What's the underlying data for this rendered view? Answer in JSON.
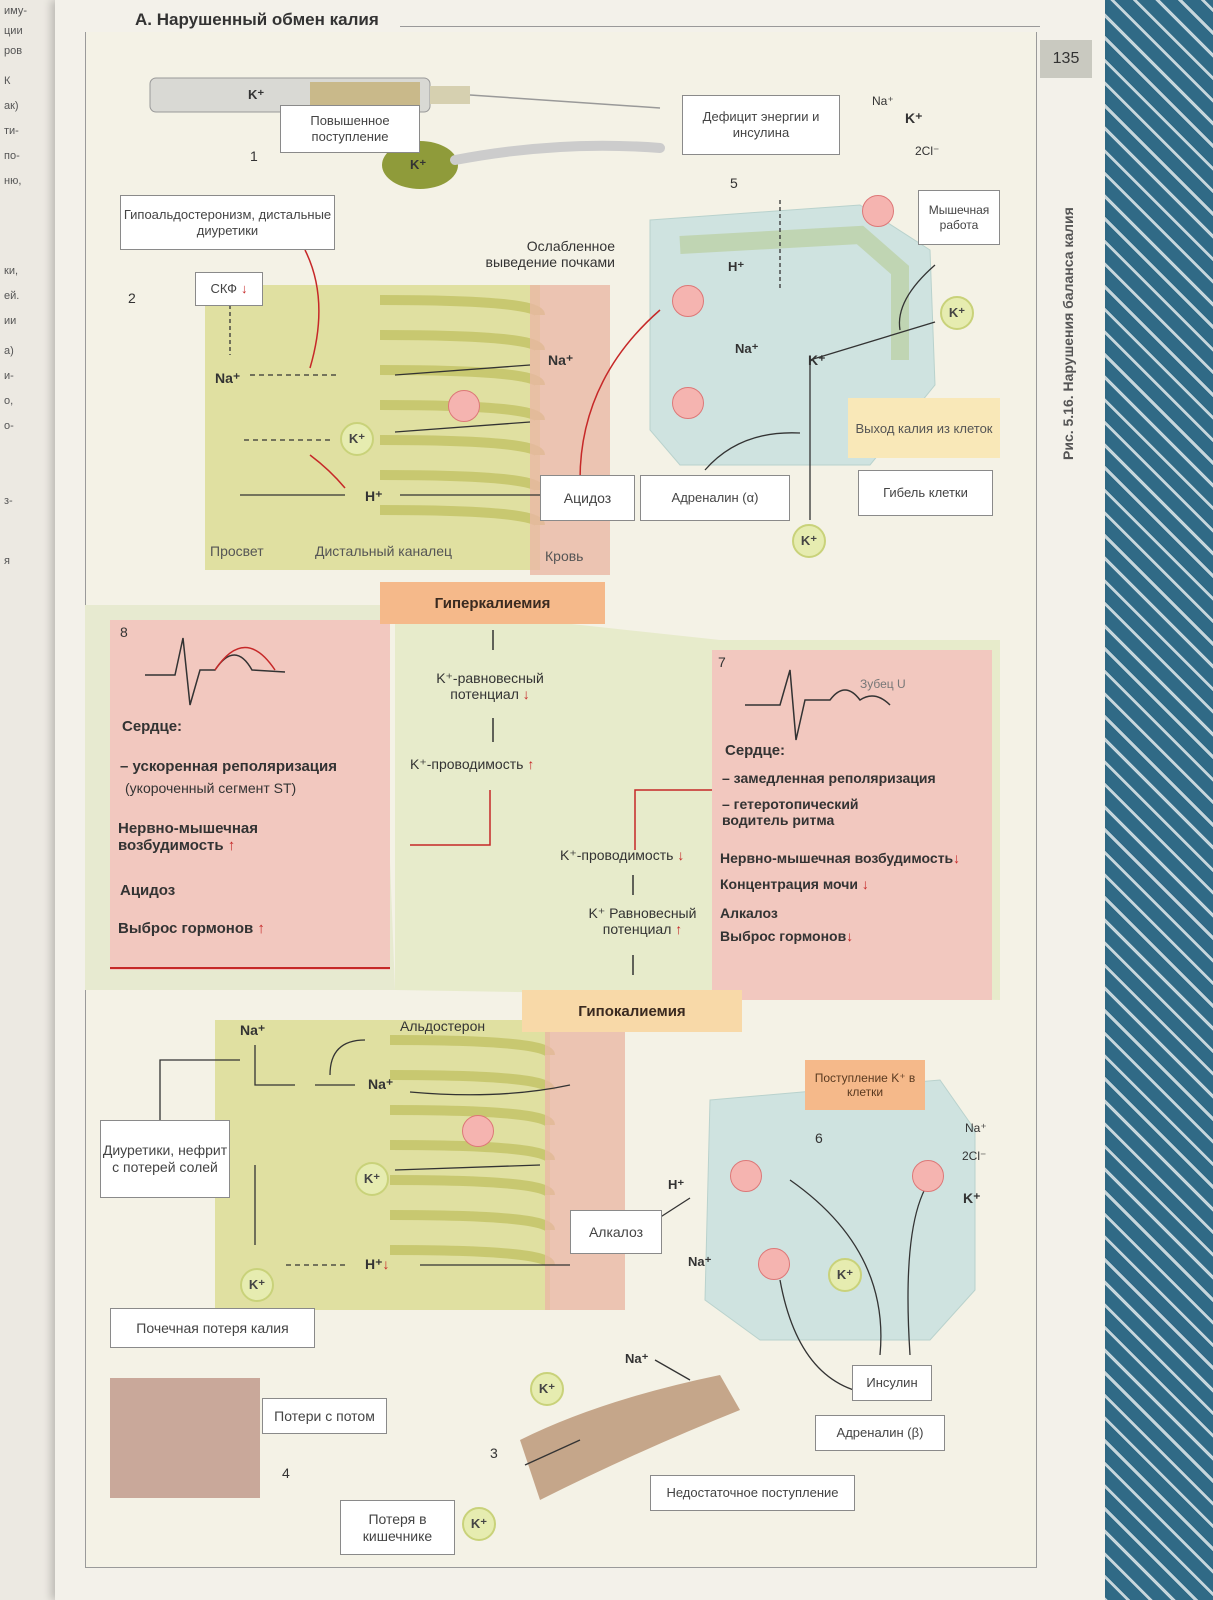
{
  "page": {
    "title": "А. Нарушенный обмен калия",
    "page_number": "135",
    "side_caption": "Рис. 5.16. Нарушения баланса калия"
  },
  "prev_page_fragments": [
    "иму-",
    "ции",
    "ров",
    "К",
    "ак)",
    "ти-",
    "по-",
    "ню,",
    "ки,",
    "ей.",
    "ии",
    "а)",
    "и-",
    "о,",
    "о-",
    "з-",
    "я"
  ],
  "top": {
    "n1": "1",
    "k_syringe": "K⁺",
    "k_spoon": "K⁺",
    "increased_intake": "Повышенное поступление",
    "n2": "2",
    "hypoaldo": "Гипоальдостеронизм, дистальные диуретики",
    "skf": "СКФ",
    "na1": "Na⁺",
    "na2": "Na⁺",
    "k_ion": "K⁺",
    "h_ion": "H⁺",
    "lumen": "Просвет",
    "distal": "Дистальный каналец",
    "blood": "Кровь",
    "acidosis": "Ацидоз",
    "reduced_excretion": "Ослабленное выведение почками",
    "n5": "5",
    "deficit": "Дефицит энергии и инсулина",
    "na_top": "Na⁺",
    "k_top": "K⁺",
    "cl_top": "2Cl⁻",
    "muscle_work": "Мышечная работа",
    "h_cell": "H⁺",
    "na_cell": "Na⁺",
    "k_cell": "K⁺",
    "k_out": "K⁺",
    "k_out2": "K⁺",
    "exit": "Выход калия из клеток",
    "adrenaline_a": "Адреналин (α)",
    "cell_death": "Гибель клетки"
  },
  "middle": {
    "hyperkalemia": "Гиперкалиемия",
    "k_eq_pot_hi": "K⁺-равновесный потенциал",
    "k_cond_hi": "K⁺-проводимость",
    "n8": "8",
    "heart_hi": "Сердце:",
    "fast_repol": "– ускоренная реполяризация",
    "short_st": "(укороченный сегмент ST)",
    "neuro_hi": "Нервно-мышечная возбудимость",
    "acidosis": "Ацидоз",
    "hormones_hi": "Выброс гормонов",
    "n7": "7",
    "u_wave": "Зубец U",
    "heart_lo": "Сердце:",
    "slow_repol": "– замедленная реполяризация",
    "hetero": "– гетеротопический водитель ритма",
    "neuro_lo": "Нервно-мышечная возбудимость",
    "urine": "Концентрация мочи",
    "alkalosis": "Алкалоз",
    "hormones_lo": "Выброс гормонов",
    "k_cond_lo": "K⁺-проводимость",
    "k_eq_pot_lo": "K⁺ Равновесный потенциал",
    "hypokalemia": "Гипокалиемия"
  },
  "bottom": {
    "na1": "Na⁺",
    "aldosterone": "Альдостерон",
    "na2": "Na⁺",
    "diuretics": "Диуретики, нефрит с потерей солей",
    "k_ion": "K⁺",
    "h_ion": "H⁺",
    "k_out": "K⁺",
    "renal_loss": "Почечная потеря калия",
    "alkalosis": "Алкалоз",
    "k_entry": "Поступление K⁺ в клетки",
    "n6": "6",
    "h_cell": "H⁺",
    "na_cell": "Na⁺",
    "na_r": "Na⁺",
    "cl_r": "2Cl⁻",
    "k_r": "K⁺",
    "k_cell": "K⁺",
    "insulin": "Инсулин",
    "adrenaline_b": "Адреналин (β)",
    "sweat": "Потери с потом",
    "n4": "4",
    "n3": "3",
    "k_gut": "K⁺",
    "na_gut": "Na⁺",
    "insufficient": "Недостаточное поступление",
    "gut_loss": "Потеря в кишечнике",
    "k_gut2": "K⁺"
  },
  "colors": {
    "accent_red": "#c62828",
    "orange": "#f5b98a",
    "pink": "#f2c8bf",
    "tubule": "#d9d98a",
    "cell_blue": "#cfe3e0"
  }
}
